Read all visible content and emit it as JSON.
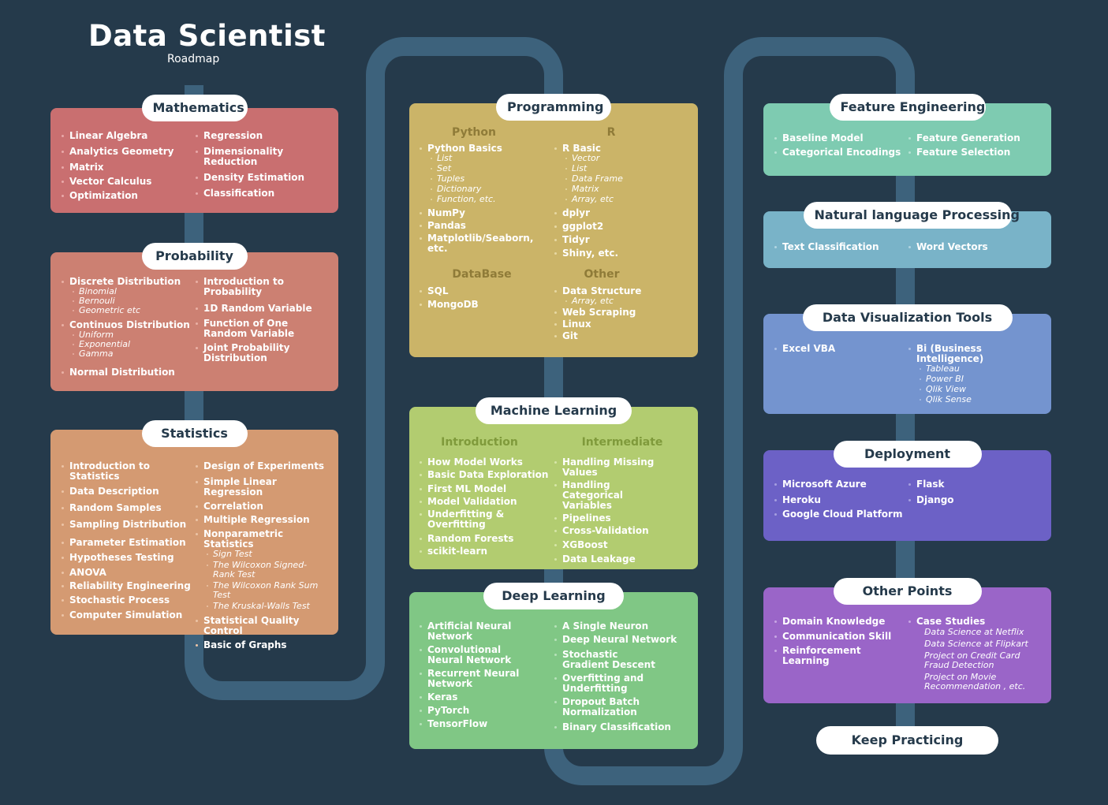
{
  "title": "Data Scientist",
  "subtitle": "Roadmap",
  "colors": {
    "background": "#253a4b",
    "path": "#3d627c",
    "mathematics": "#c96f70",
    "probability": "#cc8072",
    "statistics": "#d49a72",
    "programming": "#cbb468",
    "machine_learning": "#b2cc70",
    "deep_learning": "#80c785",
    "feature_engineering": "#7ecbb1",
    "nlp": "#79b3c8",
    "data_visualization": "#7494cf",
    "deployment": "#6c61c6",
    "other_points": "#9a65c8"
  },
  "mathematics": {
    "title": "Mathematics",
    "col1": [
      "Linear Algebra",
      "Analytics Geometry",
      "Matrix",
      "Vector Calculus",
      "Optimization"
    ],
    "col2": [
      "Regression",
      "Dimensionality Reduction",
      "Density Estimation",
      "Classification"
    ]
  },
  "probability": {
    "title": "Probability",
    "discrete": "Discrete Distribution",
    "discrete_items": [
      "Binomial",
      "Bernouli",
      "Geometric etc"
    ],
    "continuous": "Continuos Distribution",
    "continuous_items": [
      "Uniform",
      "Exponential",
      "Gamma"
    ],
    "normal": "Normal Distribution",
    "col2": [
      "Introduction to Probability",
      "1D Random Variable",
      "Function of One Random Variable",
      "Joint Probability Distribution"
    ]
  },
  "statistics": {
    "title": "Statistics",
    "col1": [
      "Introduction to Statistics",
      "Data Description",
      "Random Samples",
      "Sampling Distribution",
      "Parameter Estimation",
      "Hypotheses Testing",
      "ANOVA",
      "Reliability Engineering",
      "Stochastic Process",
      "Computer Simulation"
    ],
    "design": "Design of Experiments",
    "linreg": "Simple Linear Regression",
    "correlation": "Correlation",
    "multreg": "Multiple Regression",
    "nonparam": "Nonparametric Statistics",
    "nonparam_items": [
      "Sign Test",
      "The Wilcoxon Signed-Rank Test",
      "The Wilcoxon Rank Sum Test",
      "The Kruskal-Walls Test"
    ],
    "quality": "Statistical Quality Control",
    "graphs": "Basic of Graphs"
  },
  "programming": {
    "title": "Programming",
    "python_heading": "Python",
    "python_basics": "Python Basics",
    "python_basics_items": [
      "List",
      "Set",
      "Tuples",
      "Dictionary",
      "Function, etc."
    ],
    "python_libs": [
      "NumPy",
      "Pandas",
      "Matplotlib/Seaborn, etc."
    ],
    "r_heading": "R",
    "r_basic": "R Basic",
    "r_basic_items": [
      "Vector",
      "List",
      "Data Frame",
      "Matrix",
      "Array, etc"
    ],
    "r_libs": [
      "dplyr",
      "ggplot2",
      "Tidyr",
      "Shiny, etc."
    ],
    "db_heading": "DataBase",
    "db_items": [
      "SQL",
      "MongoDB"
    ],
    "other_heading": "Other",
    "data_structure": "Data Structure",
    "data_structure_items": [
      "Array, etc"
    ],
    "other_items": [
      "Web Scraping",
      "Linux",
      "Git"
    ]
  },
  "machine_learning": {
    "title": "Machine Learning",
    "intro_heading": "Introduction",
    "intro_items": [
      "How Model Works",
      "Basic Data Exploration",
      "First ML Model",
      "Model Validation",
      "Underfitting & Overfitting",
      "Random Forests",
      "scikit-learn"
    ],
    "inter_heading": "Intermediate",
    "inter_items": [
      "Handling Missing Values",
      "Handling Categorical Variables",
      "Pipelines",
      "Cross-Validation",
      "XGBoost",
      "Data Leakage"
    ]
  },
  "deep_learning": {
    "title": "Deep Learning",
    "col1": [
      "Artificial Neural Network",
      "Convolutional Neural Network",
      "Recurrent Neural Network",
      "Keras",
      "PyTorch",
      "TensorFlow"
    ],
    "col2": [
      "A Single Neuron",
      "Deep Neural Network",
      "Stochastic Gradient Descent",
      "Overfitting and Underfitting",
      "Dropout Batch Normalization",
      "Binary Classification"
    ]
  },
  "feature_engineering": {
    "title": "Feature Engineering",
    "col1": [
      "Baseline Model",
      "Categorical Encodings"
    ],
    "col2": [
      "Feature Generation",
      "Feature Selection"
    ]
  },
  "nlp": {
    "title": "Natural language Processing",
    "col1": [
      "Text Classification"
    ],
    "col2": [
      "Word Vectors"
    ]
  },
  "data_visualization": {
    "title": "Data Visualization Tools",
    "col1": [
      "Excel VBA"
    ],
    "bi": "Bi (Business Intelligence)",
    "bi_items": [
      "Tableau",
      "Power BI",
      "Qlik View",
      "Qlik Sense"
    ]
  },
  "deployment": {
    "title": "Deployment",
    "col1": [
      "Microsoft Azure",
      "Heroku",
      "Google Cloud Platform"
    ],
    "col2": [
      "Flask",
      "Django"
    ]
  },
  "other_points": {
    "title": "Other Points",
    "col1": [
      "Domain Knowledge",
      "Communication Skill",
      "Reinforcement Learning"
    ],
    "case_studies": "Case Studies",
    "case_items": [
      "Data Science at Netflix",
      "Data Science at Flipkart",
      "Project on Credit Card Fraud Detection",
      "Project on Movie Recommendation , etc."
    ]
  },
  "keep_practicing": "Keep Practicing"
}
